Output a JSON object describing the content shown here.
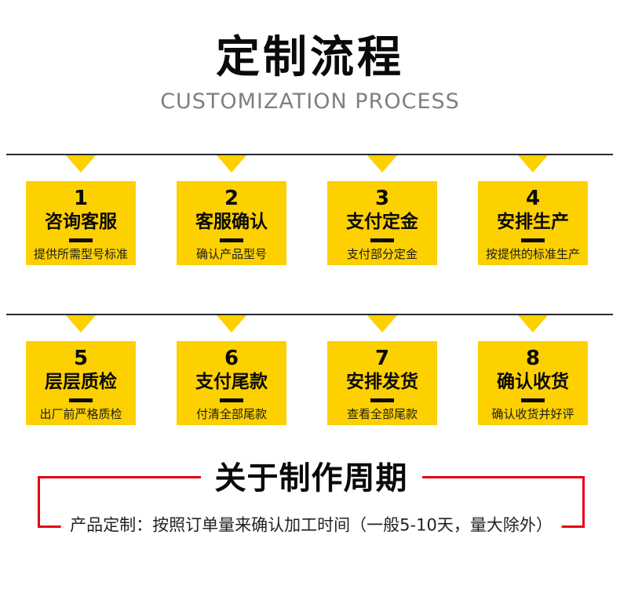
{
  "header": {
    "title": "定制流程",
    "subtitle": "CUSTOMIZATION PROCESS"
  },
  "colors": {
    "step_yellow": "#fdd000",
    "divider_dark": "#2b2b2b",
    "accent_red": "#e60012",
    "subtitle_gray": "#7f7f7f"
  },
  "steps": [
    {
      "number": "1",
      "title": "咨询客服",
      "desc": "提供所需型号标准"
    },
    {
      "number": "2",
      "title": "客服确认",
      "desc": "确认产品型号"
    },
    {
      "number": "3",
      "title": "支付定金",
      "desc": "支付部分定金"
    },
    {
      "number": "4",
      "title": "安排生产",
      "desc": "按提供的标准生产"
    },
    {
      "number": "5",
      "title": "层层质检",
      "desc": "出厂前严格质检"
    },
    {
      "number": "6",
      "title": "支付尾款",
      "desc": "付清全部尾款"
    },
    {
      "number": "7",
      "title": "安排发货",
      "desc": "查看全部尾款"
    },
    {
      "number": "8",
      "title": "确认收货",
      "desc": "确认收货并好评"
    }
  ],
  "production_period": {
    "title": "关于制作周期",
    "note": "产品定制：按照订单量来确认加工时间（一般5-10天，量大除外）"
  }
}
